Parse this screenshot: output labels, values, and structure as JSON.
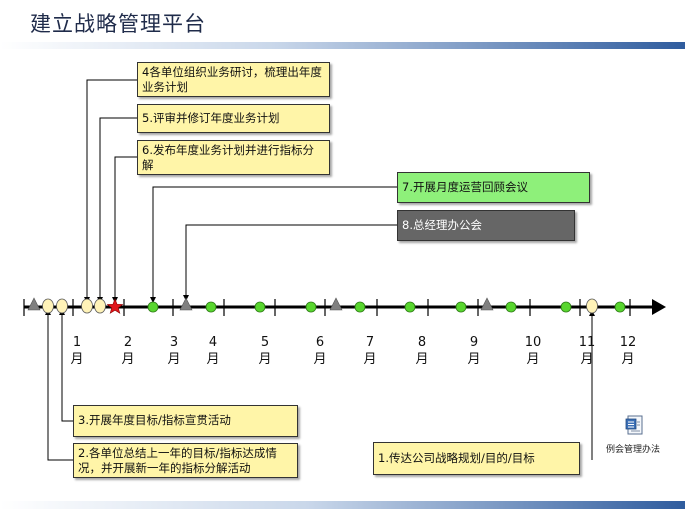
{
  "title": "建立战略管理平台",
  "boxes": {
    "b4": "4各单位组织业务研讨，梳理出年度业务计划",
    "b5": "5.评审并修订年度业务计划",
    "b6": "6.发布年度业务计划并进行指标分解",
    "b7": "7.开展月度运营回顾会议",
    "b8": "8.总经理办公会",
    "b3": "3.开展年度目标/指标宣贯活动",
    "b2": "2.各单位总结上一年的目标/指标达成情况，并开展新一年的指标分解活动",
    "b1": "1.传达公司战略规划/目的/目标"
  },
  "months": [
    {
      "num": "1",
      "unit": "月"
    },
    {
      "num": "2",
      "unit": "月"
    },
    {
      "num": "3",
      "unit": "月"
    },
    {
      "num": "4",
      "unit": "月"
    },
    {
      "num": "5",
      "unit": "月"
    },
    {
      "num": "6",
      "unit": "月"
    },
    {
      "num": "7",
      "unit": "月"
    },
    {
      "num": "8",
      "unit": "月"
    },
    {
      "num": "9",
      "unit": "月"
    },
    {
      "num": "10",
      "unit": "月"
    },
    {
      "num": "11",
      "unit": "月"
    },
    {
      "num": "12",
      "unit": "月"
    }
  ],
  "icon_label": "例会管理办法",
  "colors": {
    "green_marker": "#59d62f",
    "yellow_marker": "#fff3b8",
    "star": "#e0151a",
    "triangle": "#808080"
  }
}
